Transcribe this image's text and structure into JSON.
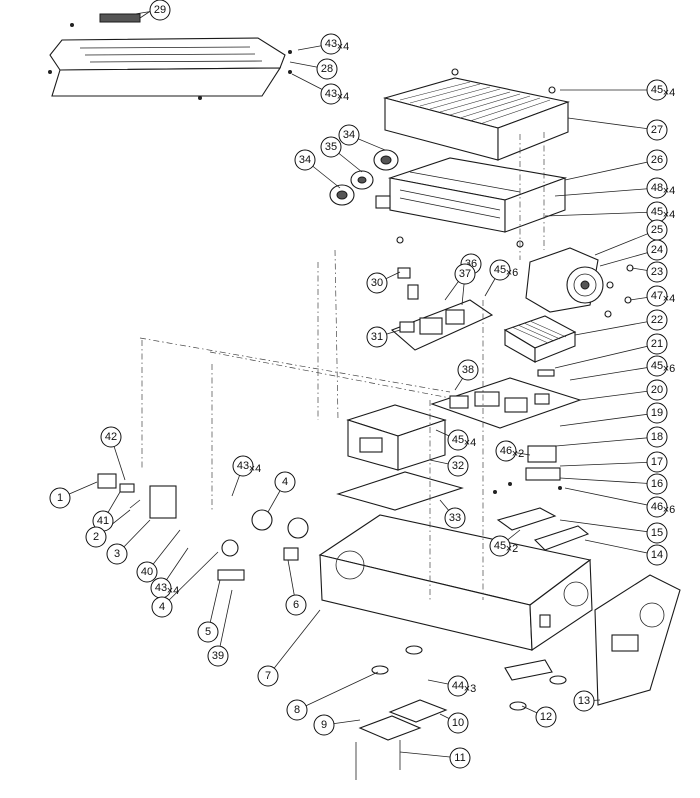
{
  "diagram": {
    "callouts": [
      {
        "id": "29",
        "qty": ""
      },
      {
        "id": "43",
        "qty": "×4"
      },
      {
        "id": "28",
        "qty": ""
      },
      {
        "id": "43",
        "qty": "×4"
      },
      {
        "id": "45",
        "qty": "×4"
      },
      {
        "id": "27",
        "qty": ""
      },
      {
        "id": "34",
        "qty": ""
      },
      {
        "id": "35",
        "qty": ""
      },
      {
        "id": "34",
        "qty": ""
      },
      {
        "id": "26",
        "qty": ""
      },
      {
        "id": "48",
        "qty": "×4"
      },
      {
        "id": "45",
        "qty": "×4"
      },
      {
        "id": "25",
        "qty": ""
      },
      {
        "id": "24",
        "qty": ""
      },
      {
        "id": "23",
        "qty": ""
      },
      {
        "id": "47",
        "qty": "×4"
      },
      {
        "id": "36",
        "qty": ""
      },
      {
        "id": "37",
        "qty": ""
      },
      {
        "id": "45",
        "qty": "×6"
      },
      {
        "id": "30",
        "qty": ""
      },
      {
        "id": "31",
        "qty": ""
      },
      {
        "id": "22",
        "qty": ""
      },
      {
        "id": "21",
        "qty": ""
      },
      {
        "id": "45",
        "qty": "×6"
      },
      {
        "id": "38",
        "qty": ""
      },
      {
        "id": "20",
        "qty": ""
      },
      {
        "id": "19",
        "qty": ""
      },
      {
        "id": "45",
        "qty": "×4"
      },
      {
        "id": "18",
        "qty": ""
      },
      {
        "id": "46",
        "qty": "×2"
      },
      {
        "id": "17",
        "qty": ""
      },
      {
        "id": "42",
        "qty": ""
      },
      {
        "id": "43",
        "qty": "×4"
      },
      {
        "id": "4",
        "qty": ""
      },
      {
        "id": "32",
        "qty": ""
      },
      {
        "id": "16",
        "qty": ""
      },
      {
        "id": "46",
        "qty": "×6"
      },
      {
        "id": "1",
        "qty": ""
      },
      {
        "id": "41",
        "qty": ""
      },
      {
        "id": "2",
        "qty": ""
      },
      {
        "id": "33",
        "qty": ""
      },
      {
        "id": "15",
        "qty": ""
      },
      {
        "id": "3",
        "qty": ""
      },
      {
        "id": "40",
        "qty": ""
      },
      {
        "id": "45",
        "qty": "×2"
      },
      {
        "id": "14",
        "qty": ""
      },
      {
        "id": "43",
        "qty": "×4"
      },
      {
        "id": "4",
        "qty": ""
      },
      {
        "id": "6",
        "qty": ""
      },
      {
        "id": "5",
        "qty": ""
      },
      {
        "id": "39",
        "qty": ""
      },
      {
        "id": "7",
        "qty": ""
      },
      {
        "id": "13",
        "qty": ""
      },
      {
        "id": "44",
        "qty": "×3"
      },
      {
        "id": "8",
        "qty": ""
      },
      {
        "id": "12",
        "qty": ""
      },
      {
        "id": "9",
        "qty": ""
      },
      {
        "id": "10",
        "qty": ""
      },
      {
        "id": "11",
        "qty": ""
      }
    ]
  }
}
